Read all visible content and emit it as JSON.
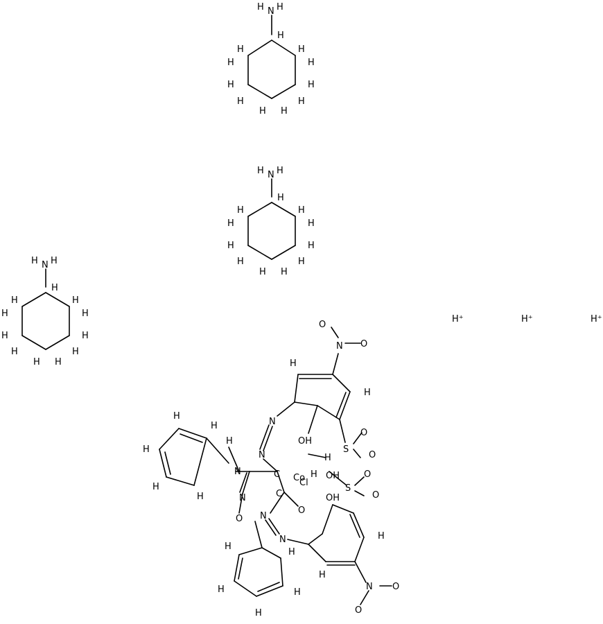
{
  "structure": {
    "cyclohexylamine_top": {
      "amine_label": "N",
      "hydrogen_label": "H"
    },
    "cyclohexylamine_middle": {
      "amine_label": "N",
      "hydrogen_label": "H"
    },
    "cyclohexylamine_left": {
      "amine_label": "N",
      "hydrogen_label": "H"
    },
    "protons": [
      "H⁺",
      "H⁺",
      "H⁺"
    ],
    "complex": {
      "nitro_top_o_minus": "O",
      "nitro_top_n": "N",
      "nitro_top_o": "O",
      "nitro_bottom_o_minus": "O",
      "nitro_bottom_n": "N",
      "nitro_bottom_o": "O",
      "sulfonyl_top": "S",
      "sulfonyl_bottom": "S",
      "oh_top": "OH",
      "oh_bottom": "OH",
      "metal": "Co",
      "chloride": "Cl",
      "azo_n": "N",
      "pyrazole_n": "N",
      "methyl_c": "C",
      "carbonyl_o": "O",
      "ring_h": "H"
    }
  }
}
